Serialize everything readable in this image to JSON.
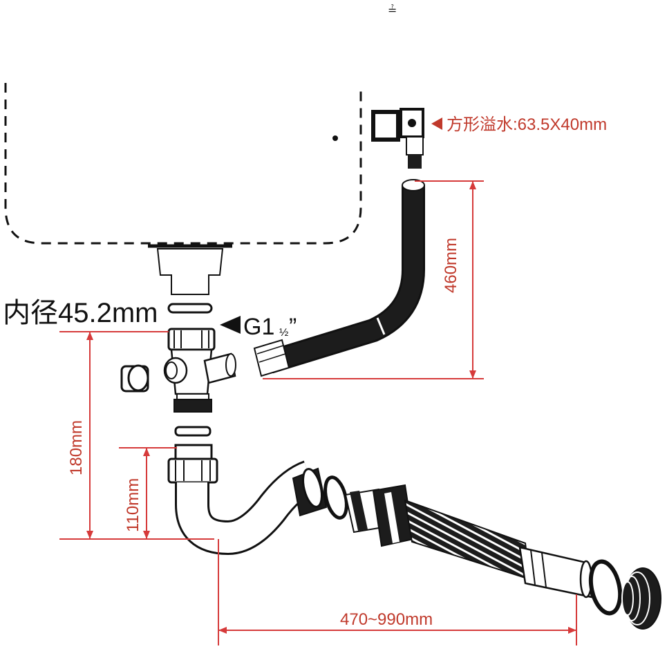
{
  "labels": {
    "top_mark": "≟",
    "overflow": "方形溢水:63.5X40mm",
    "hose_height": "460mm",
    "inner_diameter": "内径45.2mm",
    "thread": "G1",
    "thread_fraction": "½",
    "thread_quote": "”",
    "height_total": "180mm",
    "height_trap": "110mm",
    "extension": "470~990mm"
  },
  "colors": {
    "dimension_line": "#d63a3a",
    "dimension_text": "#c0392b",
    "outline": "#111111",
    "part_fill": "#ffffff",
    "dark_fill": "#1c1c1c"
  },
  "icons": {
    "overflow_pointer": "triangle-left-icon",
    "thread_pointer": "triangle-left-icon"
  }
}
